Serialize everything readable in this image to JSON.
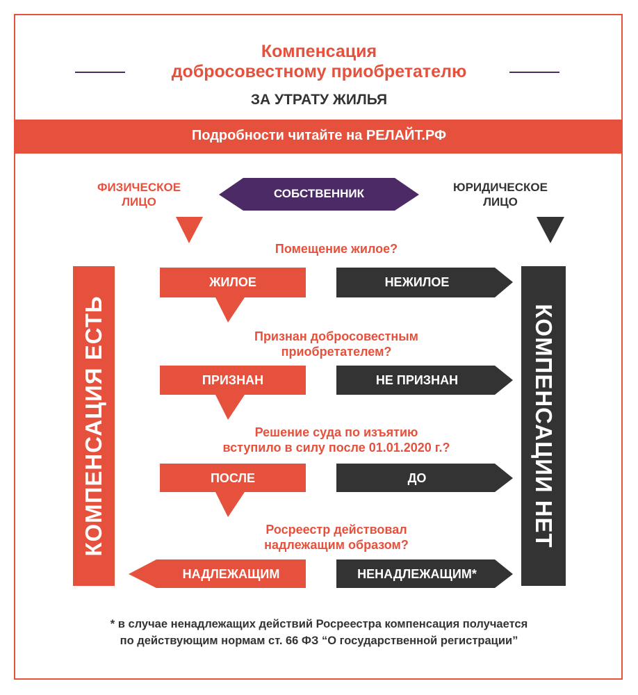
{
  "title": {
    "line1": "Компенсация",
    "line2": "добросовестному приобретателю",
    "subtitle": "ЗА УТРАТУ ЖИЛЬЯ"
  },
  "banner": "Подробности читайте на РЕЛАЙТ.РФ",
  "owner": {
    "label": "СОБСТВЕННИК",
    "individual_line1": "ФИЗИЧЕСКОЕ",
    "individual_line2": "ЛИЦО",
    "legal_line1": "ЮРИДИЧЕСКОЕ",
    "legal_line2": "ЛИЦО"
  },
  "sidebars": {
    "yes": "КОМПЕНСАЦИЯ ЕСТЬ",
    "no": "КОМПЕНСАЦИИ НЕТ"
  },
  "steps": [
    {
      "question_line1": "Помещение жилое?",
      "question_line2": "",
      "yes": "ЖИЛОЕ",
      "no": "НЕЖИЛОЕ"
    },
    {
      "question_line1": "Признан добросовестным",
      "question_line2": "приобретателем?",
      "yes": "ПРИЗНАН",
      "no": "НЕ ПРИЗНАН"
    },
    {
      "question_line1": "Решение суда по изъятию",
      "question_line2": "вступило в силу  после 01.01.2020 г.?",
      "yes": "ПОСЛЕ",
      "no": "ДО"
    },
    {
      "question_line1": "Росреестр действовал",
      "question_line2": "надлежащим образом?",
      "yes": "НАДЛЕЖАЩИМ",
      "no": "НЕНАДЛЕЖАЩИМ*"
    }
  ],
  "footnote": {
    "line1": "* в случае ненадлежащих действий Росреестра компенсация получается",
    "line2": "по действующим нормам ст. 66 ФЗ “О государственной регистрации”"
  },
  "colors": {
    "accent": "#e5513c",
    "dark": "#333333",
    "purple": "#4b2a66"
  }
}
